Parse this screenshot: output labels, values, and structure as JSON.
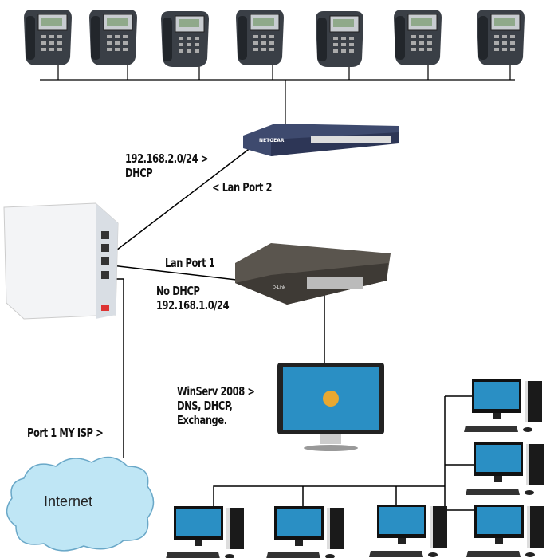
{
  "labels": {
    "netgear_subnet": "192.168.2.0/24 >",
    "netgear_dhcp": "DHCP",
    "lan_port_2": "< Lan Port 2",
    "lan_port_1": "Lan Port 1",
    "dlink_dhcp": "No DHCP",
    "dlink_subnet": "192.168.1.0/24",
    "server_line1": "WinServ 2008 >",
    "server_line2": "DNS, DHCP,",
    "server_line3": "Exchange.",
    "isp": "Port 1 MY ISP >",
    "internet": "Internet"
  },
  "logos": {
    "switch_top": "NETGEAR",
    "switch_middle": "D-Link"
  },
  "colors": {
    "cloud": "#bfe6f5",
    "screen": "#2a8fc4",
    "line": "#000000"
  }
}
